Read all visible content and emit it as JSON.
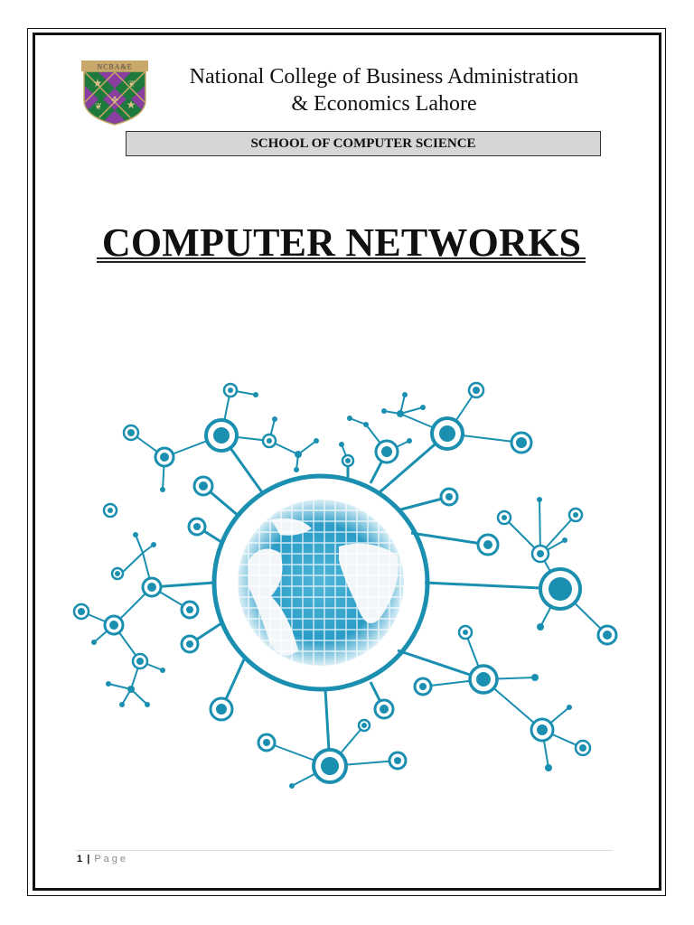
{
  "header": {
    "logo_text": "NCBA&E",
    "college_line1": "National College of Business Administration",
    "college_line2": "& Economics Lahore",
    "school": "SCHOOL OF COMPUTER SCIENCE"
  },
  "document": {
    "title": "COMPUTER NETWORKS",
    "illustration": "network-globe-illustration"
  },
  "footer": {
    "page_number": "1",
    "separator": "|",
    "page_label": "Page"
  },
  "colors": {
    "network_teal": "#1a8fb0",
    "band_gray": "#d6d6d6",
    "logo_green": "#1e7a3c",
    "logo_purple": "#8a3fa0",
    "logo_gold": "#c9a86a"
  }
}
